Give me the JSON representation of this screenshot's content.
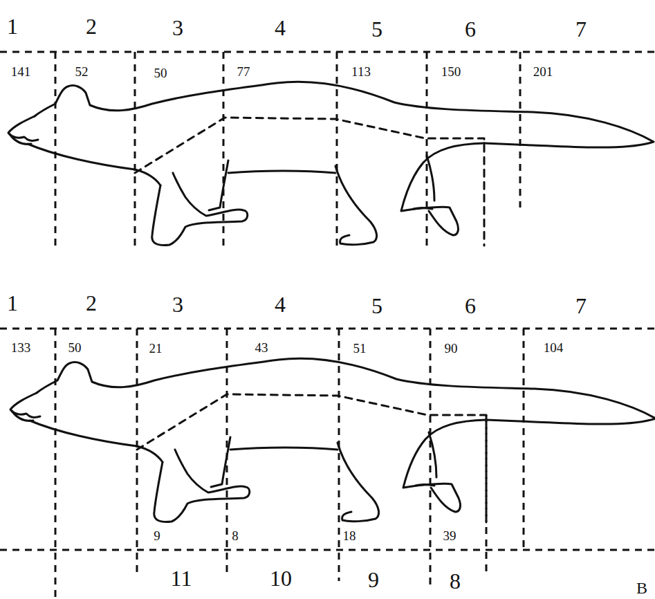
{
  "diagram": {
    "labels": [
      "1",
      "2",
      "3",
      "4",
      "5",
      "6",
      "7",
      "141",
      "52",
      "50",
      "77",
      "113",
      "150",
      "201",
      "1",
      "2",
      "3",
      "4",
      "5",
      "6",
      "7",
      "133",
      "50",
      "21",
      "43",
      "51",
      "90",
      "104",
      "9",
      "8",
      "18",
      "39",
      "11",
      "10",
      "9",
      "8",
      "B"
    ]
  }
}
